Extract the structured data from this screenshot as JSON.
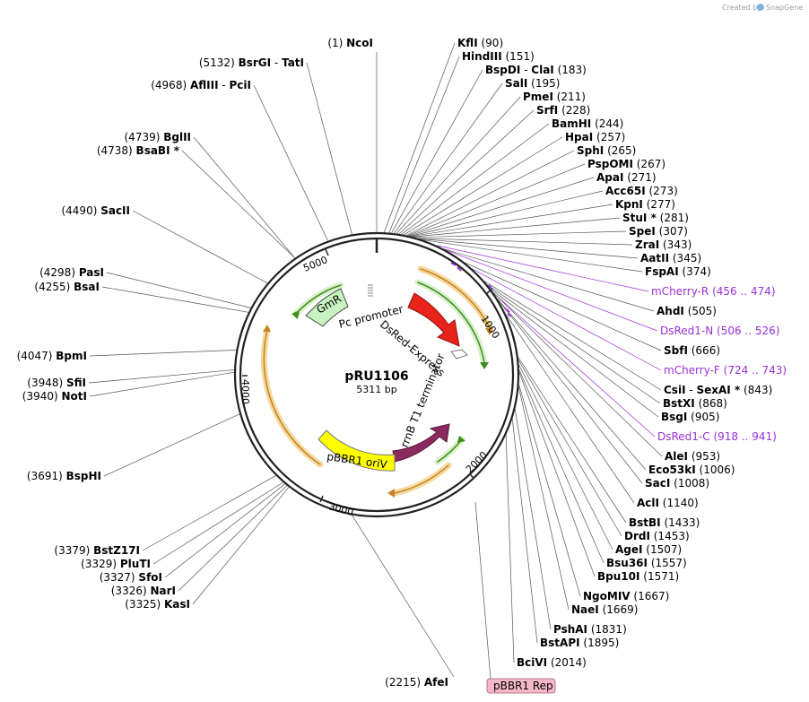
{
  "credit": {
    "prefix": "Created by",
    "brand": "SnapGene",
    "logo_icon": "snapgene-logo-icon"
  },
  "plasmid": {
    "name": "pRU1106",
    "size": "5311 bp"
  },
  "ticks": [
    "1000",
    "2000",
    "3000",
    "4000",
    "5000"
  ],
  "features": {
    "gmr": "GmR",
    "pc_promoter": "Pc promoter",
    "dsred_express": "DsRed-Express",
    "rrnb": "rrnB T1 terminator",
    "pbbr1_oriv": "pBBR1 oriV",
    "pbbr1_rep": "pBBR1 Rep"
  },
  "colors": {
    "backbone": "#222222",
    "gmr": "#c8f2c0",
    "dsred": "#e8231a",
    "oriv": "#ffff00",
    "rrnb": "#8b2a5e",
    "primer": "#9b30d6",
    "orf_outer": "#e3a94a",
    "orf_inner": "#6cc04a",
    "rep_box": "#f4b8c8"
  },
  "right_labels": [
    {
      "name": "KflI",
      "pos": "(90)"
    },
    {
      "name": "HindIII",
      "pos": "(151)"
    },
    {
      "name": "BspDI",
      "sep": "-",
      "name2": "ClaI",
      "pos": "(183)"
    },
    {
      "name": "SalI",
      "pos": "(195)"
    },
    {
      "name": "PmeI",
      "pos": "(211)"
    },
    {
      "name": "SrfI",
      "pos": "(228)"
    },
    {
      "name": "BamHI",
      "pos": "(244)"
    },
    {
      "name": "HpaI",
      "pos": "(257)"
    },
    {
      "name": "SphI",
      "pos": "(265)"
    },
    {
      "name": "PspOMI",
      "pos": "(267)"
    },
    {
      "name": "ApaI",
      "pos": "(271)"
    },
    {
      "name": "Acc65I",
      "pos": "(273)"
    },
    {
      "name": "KpnI",
      "pos": "(277)"
    },
    {
      "name": "StuI *",
      "pos": "(281)"
    },
    {
      "name": "SpeI",
      "pos": "(307)"
    },
    {
      "name": "ZraI",
      "pos": "(343)"
    },
    {
      "name": "AatII",
      "pos": "(345)"
    },
    {
      "name": "FspAI",
      "pos": "(374)"
    },
    {
      "name": "mCherry-R",
      "pos": "(456 .. 474)",
      "primer": true
    },
    {
      "name": "AhdI",
      "pos": "(505)"
    },
    {
      "name": "DsRed1-N",
      "pos": "(506 .. 526)",
      "primer": true
    },
    {
      "name": "SbfI",
      "pos": "(666)"
    },
    {
      "name": "mCherry-F",
      "pos": "(724 .. 743)",
      "primer": true
    },
    {
      "name": "CsiI",
      "sep": "-",
      "name2": "SexAI *",
      "pos": "(843)"
    },
    {
      "name": "BstXI",
      "pos": "(868)"
    },
    {
      "name": "BsgI",
      "pos": "(905)"
    },
    {
      "name": "DsRed1-C",
      "pos": "(918 .. 941)",
      "primer": true
    },
    {
      "name": "AleI",
      "pos": "(953)"
    },
    {
      "name": "Eco53kI",
      "pos": "(1006)"
    },
    {
      "name": "SacI",
      "pos": "(1008)"
    },
    {
      "name": "AclI",
      "pos": "(1140)"
    },
    {
      "name": "BstBI",
      "pos": "(1433)"
    },
    {
      "name": "DrdI",
      "pos": "(1453)"
    },
    {
      "name": "AgeI",
      "pos": "(1507)"
    },
    {
      "name": "Bsu36I",
      "pos": "(1557)"
    },
    {
      "name": "Bpu10I",
      "pos": "(1571)"
    },
    {
      "name": "NgoMIV",
      "pos": "(1667)"
    },
    {
      "name": "NaeI",
      "pos": "(1669)"
    },
    {
      "name": "PshAI",
      "pos": "(1831)"
    },
    {
      "name": "BstAPI",
      "pos": "(1895)"
    },
    {
      "name": "BciVI",
      "pos": "(2014)"
    }
  ],
  "left_labels": [
    {
      "name": "NcoI",
      "pos": "(1)"
    },
    {
      "name": "BsrGI",
      "sep": "-",
      "name2": "TatI",
      "pos": "(5132)"
    },
    {
      "name": "AflIII",
      "sep": "-",
      "name2": "PciI",
      "pos": "(4968)"
    },
    {
      "name": "BglII",
      "pos": "(4739)"
    },
    {
      "name": "BsaBI *",
      "pos": "(4738)"
    },
    {
      "name": "SacII",
      "pos": "(4490)"
    },
    {
      "name": "PasI",
      "pos": "(4298)"
    },
    {
      "name": "BsaI",
      "pos": "(4255)"
    },
    {
      "name": "BpmI",
      "pos": "(4047)"
    },
    {
      "name": "SfiI",
      "pos": "(3948)"
    },
    {
      "name": "NotI",
      "pos": "(3940)"
    },
    {
      "name": "BspHI",
      "pos": "(3691)"
    },
    {
      "name": "BstZ17I",
      "pos": "(3379)"
    },
    {
      "name": "PluTI",
      "pos": "(3329)"
    },
    {
      "name": "SfoI",
      "pos": "(3327)"
    },
    {
      "name": "NarI",
      "pos": "(3326)"
    },
    {
      "name": "KasI",
      "pos": "(3325)"
    },
    {
      "name": "AfeI",
      "pos": "(2215)"
    }
  ]
}
